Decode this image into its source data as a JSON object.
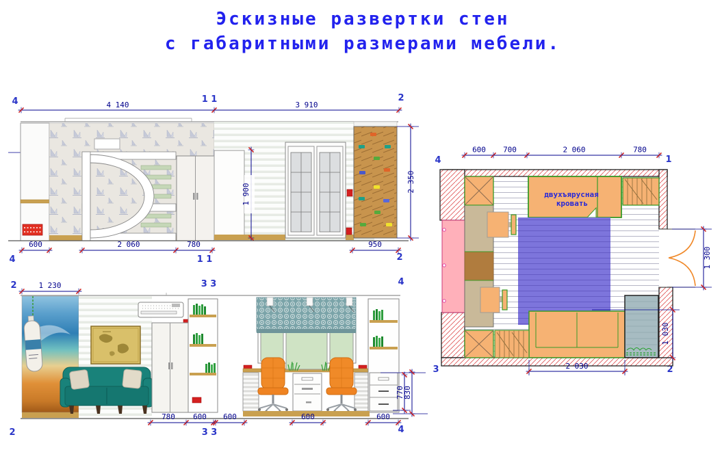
{
  "title": {
    "line1": "Эскизные развертки стен",
    "line2": "с габаритными размерами мебели."
  },
  "colors": {
    "title_text": "#2222ee",
    "dimension": "#00008c",
    "marker_text": "#2a35c8",
    "tick_red": "#cc2020",
    "wall_hatch_red": "#e05858",
    "furniture_orange": "#f6b273",
    "furniture_outline_green": "#3a9a28",
    "carpet_purple": "#7d75dc",
    "sofa_teal": "#19827a",
    "climbing_wood": "#c8944d",
    "chair_orange": "#f08a28",
    "window_glass_green": "#cfe3c4",
    "blind_teal": "#7ba4a9",
    "plan_window_pink": "#ffb0ba",
    "window_seat_teal": "#a7bcc2"
  },
  "elevation_top": {
    "markers": {
      "top_left": "4",
      "top_mid": "1 1",
      "top_right": "2",
      "bottom_left": "4",
      "bottom_mid": "1 1",
      "bottom_right": "2"
    },
    "dims": {
      "span_left": "4 140",
      "span_right": "3 910",
      "column": "600",
      "bed": "2 060",
      "wardrobe": "780",
      "climbing_wall": "950",
      "niche_height": "1 900",
      "wall_height": "2 350"
    }
  },
  "elevation_bottom": {
    "markers": {
      "top_left": "2",
      "top_mid": "3 3",
      "top_right": "4",
      "bottom_left": "2",
      "bottom_mid": "3 3",
      "bottom_right": "4"
    },
    "dims": {
      "mural": "1 230",
      "wardrobe": "780",
      "bookshelf_left": "600",
      "desk_left": "600",
      "desk_center": "600",
      "bookshelf_right": "600",
      "desk_height": "770",
      "drawers_height": "830"
    }
  },
  "floor_plan": {
    "markers": {
      "top_left": "4",
      "top_right": "1",
      "bottom_left": "3",
      "bottom_right": "2"
    },
    "dims": {
      "wardrobe": "600",
      "gap": "700",
      "bed": "2 060",
      "closet": "780",
      "door": "1 300",
      "window_seat": "1 030",
      "sofa": "2 030"
    },
    "labels": {
      "bed_line1": "двухъярусная",
      "bed_line2": "кровать"
    }
  }
}
